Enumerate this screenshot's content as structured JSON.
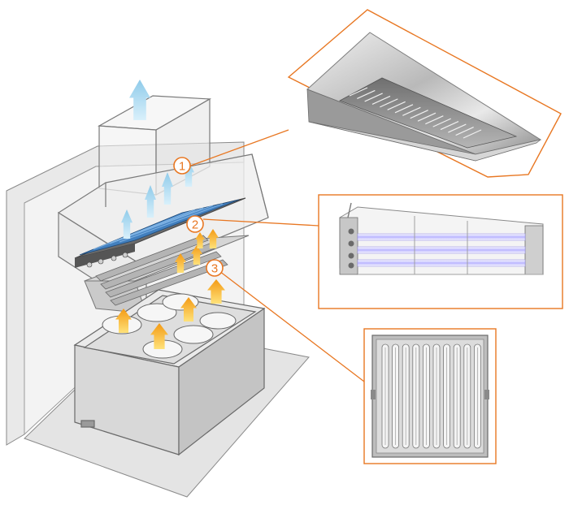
{
  "callouts": [
    {
      "number": "1",
      "target": "exhaust-hood"
    },
    {
      "number": "2",
      "target": "uv-lamp-module"
    },
    {
      "number": "3",
      "target": "baffle-grease-filter"
    }
  ],
  "colors": {
    "accent": "#e87722",
    "exhaust_air": "#a9d8ef",
    "heat_flow_top": "#f7a21b",
    "heat_flow_bottom": "#ffe27a",
    "uv_panel": "#3f7fc4",
    "structure_line": "#6a6a6a",
    "structure_fill": "#e7e7e7"
  },
  "icons": [
    "air-flow-arrow-icon",
    "heat-flow-arrow-icon",
    "uv-lamp-icon",
    "filter-icon",
    "hood-icon"
  ]
}
